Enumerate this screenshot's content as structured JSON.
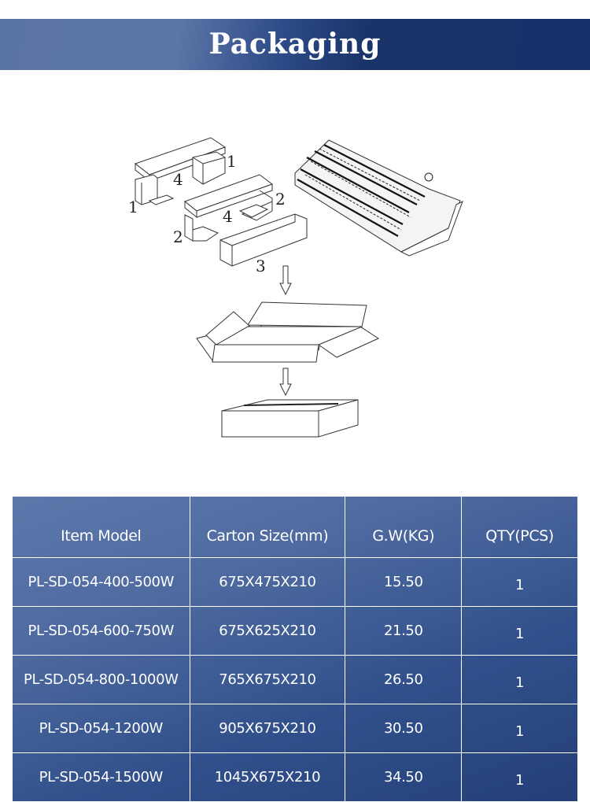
{
  "header": {
    "title": "Packaging",
    "gradient_colors": [
      "#5d76a8",
      "#17306a"
    ]
  },
  "diagram": {
    "part_labels": [
      "1",
      "1",
      "4",
      "4",
      "2",
      "2",
      "3"
    ],
    "steps": [
      "foam-protectors-and-fixture",
      "open-carton",
      "sealed-carton"
    ]
  },
  "table": {
    "headers": [
      "Item Model",
      "Carton Size(mm)",
      "G.W(KG)",
      "QTY(PCS)"
    ],
    "rows": [
      [
        "PL-SD-054-400-500W",
        "675X475X210",
        "15.50",
        "1"
      ],
      [
        "PL-SD-054-600-750W",
        "675X625X210",
        "21.50",
        "1"
      ],
      [
        "PL-SD-054-800-1000W",
        "765X675X210",
        "26.50",
        "1"
      ],
      [
        "PL-SD-054-1200W",
        "905X675X210",
        "30.50",
        "1"
      ],
      [
        "PL-SD-054-1500W",
        "1045X675X210",
        "34.50",
        "1"
      ]
    ],
    "colors": {
      "top": "#5d78ab",
      "bottom": "#233f78",
      "border": "#ffffff",
      "text": "#ffffff"
    }
  }
}
